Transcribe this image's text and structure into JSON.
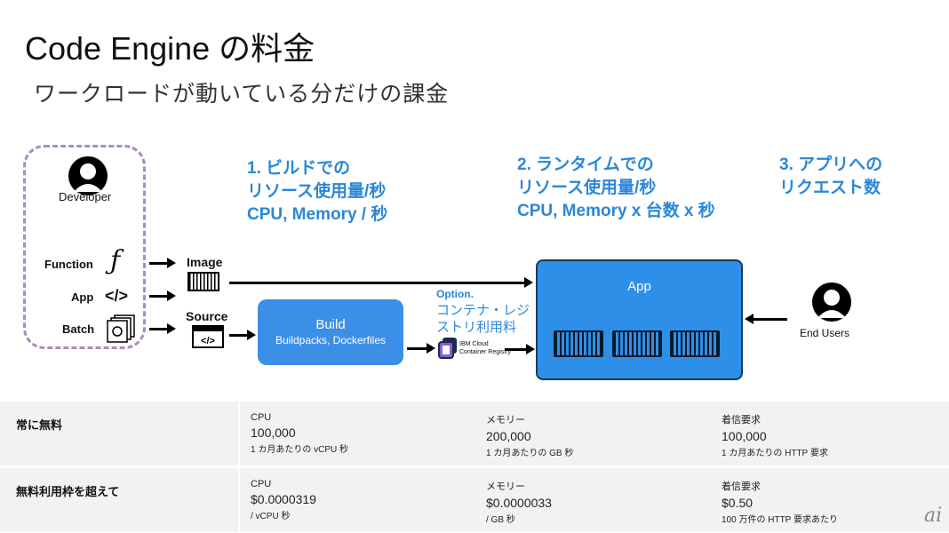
{
  "title": "Code Engine の料金",
  "subtitle": "ワークロードが動いている分だけの課金",
  "developer": {
    "label": "Developer",
    "items": [
      {
        "label": "Function",
        "icon": "function-icon"
      },
      {
        "label": "App",
        "icon": "code-icon"
      },
      {
        "label": "Batch",
        "icon": "batch-icon"
      }
    ]
  },
  "image_label": "Image",
  "source_label": "Source",
  "build": {
    "title": "Build",
    "subtitle": "Buildpacks, Dockerfiles"
  },
  "option": {
    "line1": "Option.",
    "line2": "コンテナ・レジ",
    "line3": "ストリ利用料",
    "registry_line1": "IBM Cloud",
    "registry_line2": "Container Registry"
  },
  "app_label": "App",
  "end_users": "End Users",
  "pricing_notes": [
    {
      "line1": "1. ビルドでの",
      "line2": "リソース使用量/秒",
      "line3": "CPU, Memory / 秒"
    },
    {
      "line1": "2. ランタイムでの",
      "line2": "リソース使用量/秒",
      "line3": "CPU, Memory x 台数 x 秒"
    },
    {
      "line1": "3. アプリへの",
      "line2": "リクエスト数"
    }
  ],
  "table": {
    "rows": [
      {
        "header": "常に無料",
        "cells": [
          {
            "label": "CPU",
            "value": "100,000",
            "unit": "1 カ月あたりの vCPU 秒"
          },
          {
            "label": "メモリー",
            "value": "200,000",
            "unit": "1 カ月あたりの GB 秒"
          },
          {
            "label": "着信要求",
            "value": "100,000",
            "unit": "1 カ月あたりの HTTP 要求"
          }
        ]
      },
      {
        "header": "無料利用枠を超えて",
        "cells": [
          {
            "label": "CPU",
            "value": "$0.0000319",
            "unit": "/ vCPU 秒"
          },
          {
            "label": "メモリー",
            "value": "$0.0000033",
            "unit": "/ GB 秒"
          },
          {
            "label": "着信要求",
            "value": "$0.50",
            "unit": "100 万件の HTTP 要求あたり"
          }
        ]
      }
    ]
  },
  "watermark": "ai"
}
